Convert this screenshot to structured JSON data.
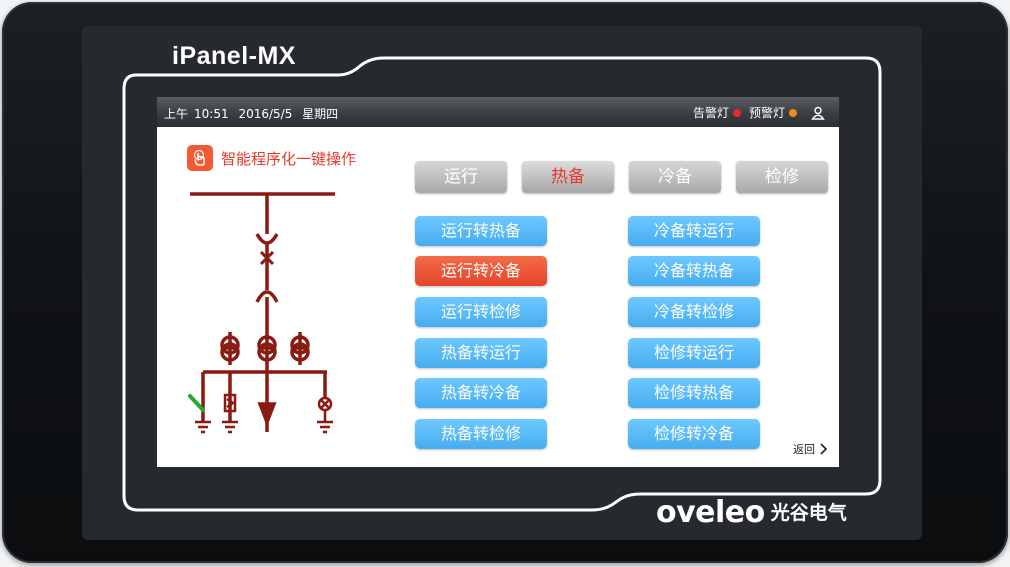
{
  "device": {
    "brand": "iPanel-MX",
    "logo_text": "oveleo",
    "logo_cn": "光谷电气"
  },
  "statusbar": {
    "period": "上午",
    "time": "10:51",
    "date": "2016/5/5",
    "weekday": "星期四",
    "alarm_label": "告警灯",
    "alarm_color": "#e8282b",
    "prewarning_label": "预警灯",
    "prewarning_color": "#f08a1c",
    "user_icon": "user-icon"
  },
  "page": {
    "title": "智能程序化一键操作",
    "title_icon": "hand-touch-icon",
    "back_label": "返回",
    "back_icon": "chevron-right-icon"
  },
  "modes": [
    {
      "label": "运行",
      "active": false
    },
    {
      "label": "热备",
      "active": true
    },
    {
      "label": "冷备",
      "active": false
    },
    {
      "label": "检修",
      "active": false
    }
  ],
  "operations_left": [
    {
      "label": "运行转热备",
      "active": false
    },
    {
      "label": "运行转冷备",
      "active": true
    },
    {
      "label": "运行转检修",
      "active": false
    },
    {
      "label": "热备转运行",
      "active": false
    },
    {
      "label": "热备转冷备",
      "active": false
    },
    {
      "label": "热备转检修",
      "active": false
    }
  ],
  "operations_right": [
    {
      "label": "冷备转运行",
      "active": false
    },
    {
      "label": "冷备转热备",
      "active": false
    },
    {
      "label": "冷备转检修",
      "active": false
    },
    {
      "label": "检修转运行",
      "active": false
    },
    {
      "label": "检修转热备",
      "active": false
    },
    {
      "label": "检修转冷备",
      "active": false
    }
  ],
  "colors": {
    "diagram_line": "#8b1a12",
    "ground_switch": "#22aa33",
    "accent_blue": "#4fb6f5",
    "accent_red": "#e8452a"
  }
}
